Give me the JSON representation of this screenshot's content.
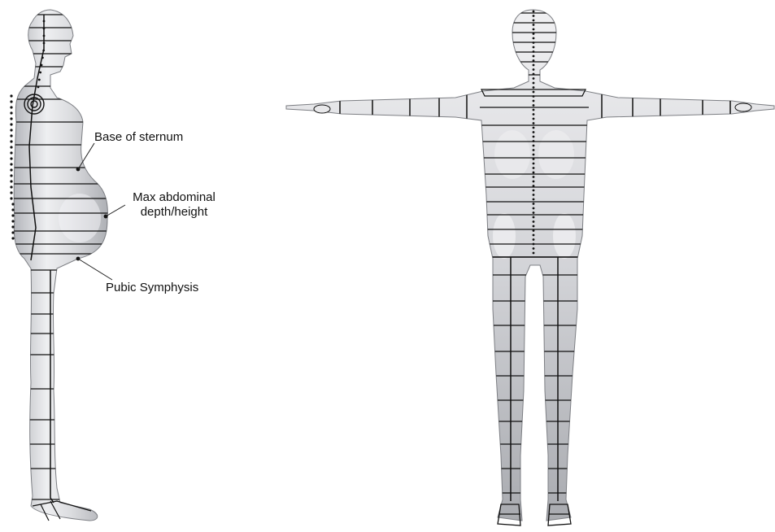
{
  "labels": {
    "sternum": "Base of sternum",
    "abdominal_line1": "Max abdominal",
    "abdominal_line2": "depth/height",
    "pubic": "Pubic Symphysis"
  },
  "colors": {
    "background": "#ffffff",
    "body_fill": "#d9dadd",
    "body_shade": "#b6b8bd",
    "body_highlight": "#f4f4f6",
    "mesh_line": "#111111",
    "leader_line": "#222222"
  },
  "views": [
    "side-view",
    "front-view"
  ]
}
